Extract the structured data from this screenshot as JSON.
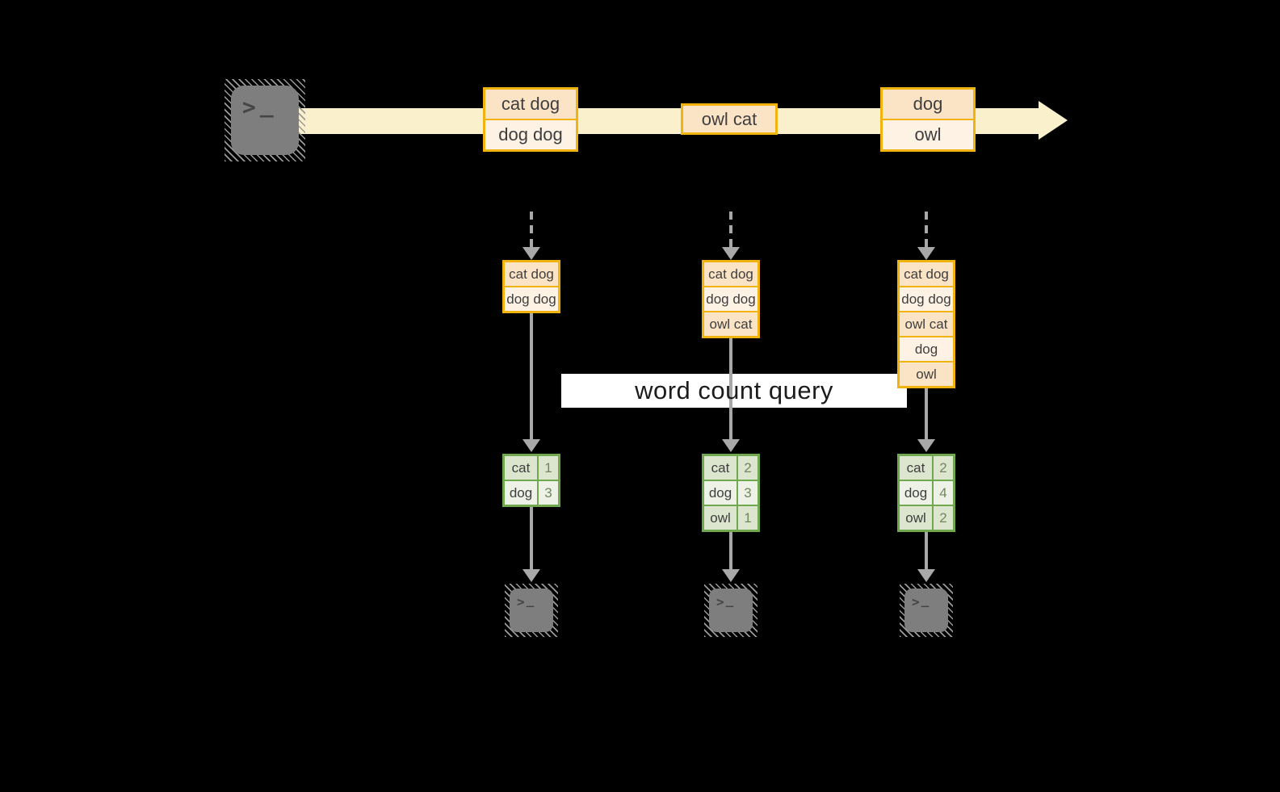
{
  "label": {
    "text": "word count query"
  },
  "terminal": {
    "prompt": ">",
    "cursor": "_"
  },
  "colors": {
    "stream": "#FBF0CC",
    "orange": "#F0B310",
    "peach": "#FBE3C6",
    "cream": "#FDF2E4",
    "green": "#6FA84F",
    "green_light": "#DCE6CE",
    "green_lighter": "#EDF1E6",
    "arrow": "#A8A8A8"
  },
  "stream_events": [
    {
      "rows": [
        "cat dog",
        "dog dog"
      ]
    },
    {
      "rows": [
        "owl cat"
      ]
    },
    {
      "rows": [
        "dog",
        "owl"
      ]
    }
  ],
  "columns": [
    {
      "state_rows": [
        "cat dog",
        "dog dog"
      ],
      "counts": [
        {
          "word": "cat",
          "count": "1"
        },
        {
          "word": "dog",
          "count": "3"
        }
      ]
    },
    {
      "state_rows": [
        "cat dog",
        "dog dog",
        "owl cat"
      ],
      "counts": [
        {
          "word": "cat",
          "count": "2"
        },
        {
          "word": "dog",
          "count": "3"
        },
        {
          "word": "owl",
          "count": "1"
        }
      ]
    },
    {
      "state_rows": [
        "cat dog",
        "dog dog",
        "owl cat",
        "dog",
        "owl"
      ],
      "counts": [
        {
          "word": "cat",
          "count": "2"
        },
        {
          "word": "dog",
          "count": "4"
        },
        {
          "word": "owl",
          "count": "2"
        }
      ]
    }
  ]
}
